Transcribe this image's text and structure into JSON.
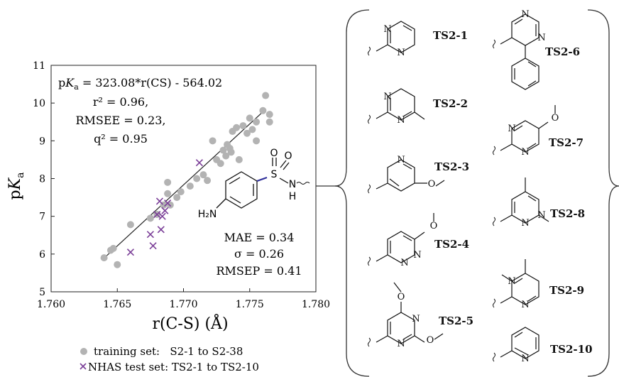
{
  "chart_data": {
    "type": "scatter",
    "xlabel": "r(C-S) (Å)",
    "ylabel": "pKa",
    "xlim": [
      1.76,
      1.78
    ],
    "ylim": [
      5,
      11
    ],
    "xticks": [
      "1.760",
      "1.765",
      "1.770",
      "1.775",
      "1.780"
    ],
    "yticks": [
      "5",
      "6",
      "7",
      "8",
      "9",
      "10",
      "11"
    ],
    "grid": false,
    "legend_position": "bottom",
    "fit_line": {
      "slope": 323.08,
      "intercept": -564.02,
      "x_range": [
        1.764,
        1.776
      ]
    },
    "series": [
      {
        "name": "training set:   S2-1 to S2-38",
        "marker": "circle",
        "color": "#b3b3b3",
        "points": [
          [
            1.764,
            5.9
          ],
          [
            1.7645,
            6.1
          ],
          [
            1.7647,
            6.15
          ],
          [
            1.765,
            5.72
          ],
          [
            1.766,
            6.78
          ],
          [
            1.7675,
            6.95
          ],
          [
            1.768,
            7.05
          ],
          [
            1.7685,
            7.3
          ],
          [
            1.7688,
            7.6
          ],
          [
            1.7688,
            7.9
          ],
          [
            1.769,
            7.3
          ],
          [
            1.7695,
            7.5
          ],
          [
            1.7698,
            7.65
          ],
          [
            1.7705,
            7.8
          ],
          [
            1.771,
            8.0
          ],
          [
            1.7715,
            8.1
          ],
          [
            1.7718,
            7.95
          ],
          [
            1.7722,
            9.0
          ],
          [
            1.7725,
            8.5
          ],
          [
            1.7728,
            8.4
          ],
          [
            1.773,
            8.75
          ],
          [
            1.7732,
            8.6
          ],
          [
            1.7733,
            8.9
          ],
          [
            1.7735,
            8.8
          ],
          [
            1.7736,
            8.7
          ],
          [
            1.7737,
            9.25
          ],
          [
            1.774,
            9.35
          ],
          [
            1.7742,
            8.5
          ],
          [
            1.7745,
            9.4
          ],
          [
            1.7748,
            9.2
          ],
          [
            1.775,
            9.6
          ],
          [
            1.7752,
            9.3
          ],
          [
            1.7755,
            9.5
          ],
          [
            1.776,
            9.8
          ],
          [
            1.7762,
            10.2
          ],
          [
            1.7765,
            9.5
          ],
          [
            1.7765,
            9.7
          ],
          [
            1.7755,
            9.0
          ]
        ]
      },
      {
        "name": "NHAS test set: TS2-1 to TS2-10",
        "marker": "x",
        "color": "#7b3f98",
        "points": [
          [
            1.766,
            6.05
          ],
          [
            1.7675,
            6.52
          ],
          [
            1.7677,
            6.22
          ],
          [
            1.768,
            7.05
          ],
          [
            1.7682,
            7.4
          ],
          [
            1.7683,
            6.65
          ],
          [
            1.7684,
            7.0
          ],
          [
            1.7686,
            7.15
          ],
          [
            1.7688,
            7.35
          ],
          [
            1.7712,
            8.42
          ]
        ]
      }
    ],
    "annotations": {
      "equation": "pKa = 323.08*r(CS) - 564.02",
      "r2": "r² = 0.96,",
      "rmsee": "RMSEE = 0.23,",
      "q2": "q² = 0.95",
      "mae": "MAE = 0.34",
      "sigma": "σ = 0.26",
      "rmsep": "RMSEP = 0.41"
    },
    "molecule_labels": {
      "S": "S",
      "O1": "O",
      "O2": "O",
      "N": "N",
      "H": "H",
      "H2N": "H₂N"
    }
  },
  "structures": [
    {
      "id": "TS2-1",
      "label": "TS2-1"
    },
    {
      "id": "TS2-2",
      "label": "TS2-2"
    },
    {
      "id": "TS2-3",
      "label": "TS2-3"
    },
    {
      "id": "TS2-4",
      "label": "TS2-4"
    },
    {
      "id": "TS2-5",
      "label": "TS2-5"
    },
    {
      "id": "TS2-6",
      "label": "TS2-6"
    },
    {
      "id": "TS2-7",
      "label": "TS2-7"
    },
    {
      "id": "TS2-8",
      "label": "TS2-8"
    },
    {
      "id": "TS2-9",
      "label": "TS2-9"
    },
    {
      "id": "TS2-10",
      "label": "TS2-10"
    }
  ],
  "atom_label": "N",
  "o_label": "O"
}
